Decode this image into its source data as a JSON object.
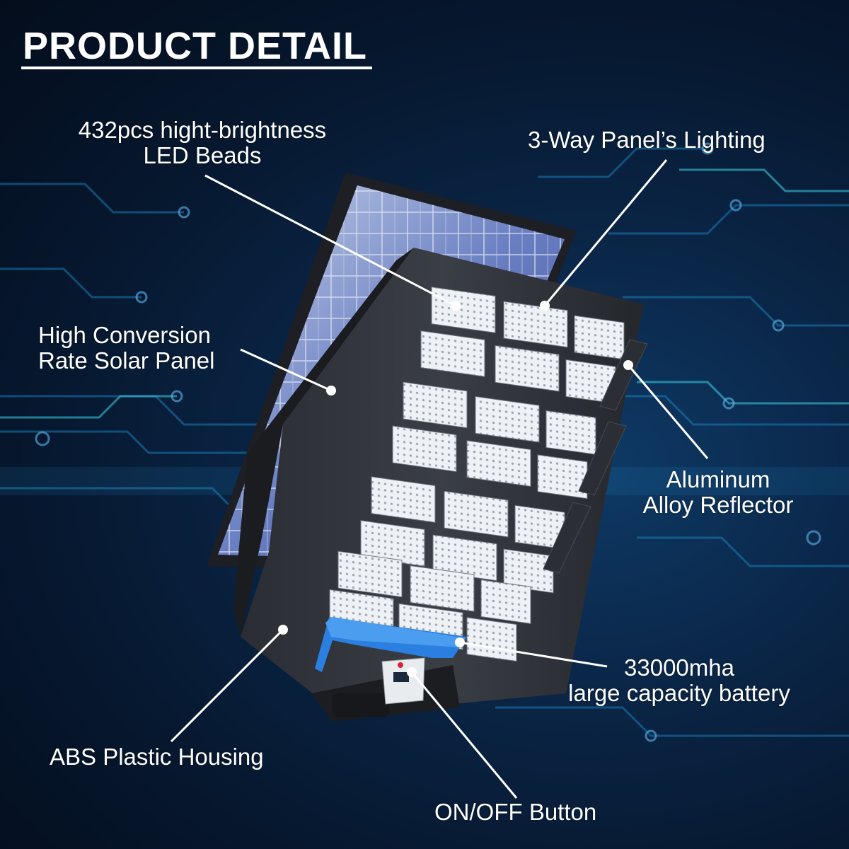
{
  "title": "PRODUCT DETAIL",
  "callouts": {
    "led_beads": {
      "line1": "432pcs hight-brightness",
      "line2": "LED Beads"
    },
    "panel_lighting": {
      "line1": "3-Way Panel’s Lighting"
    },
    "solar_panel": {
      "line1": "High Conversion",
      "line2": "Rate Solar Panel"
    },
    "reflector": {
      "line1": "Aluminum",
      "line2": "Alloy Reflector"
    },
    "battery": {
      "line1": "33000mha",
      "line2": "large capacity battery"
    },
    "housing": {
      "line1": "ABS Plastic Housing"
    },
    "button": {
      "line1": "ON/OFF Button"
    }
  },
  "colors": {
    "background": "#061326",
    "circuit": "#1e8fd0",
    "accent": "#2a7fe0",
    "text": "#ffffff"
  }
}
